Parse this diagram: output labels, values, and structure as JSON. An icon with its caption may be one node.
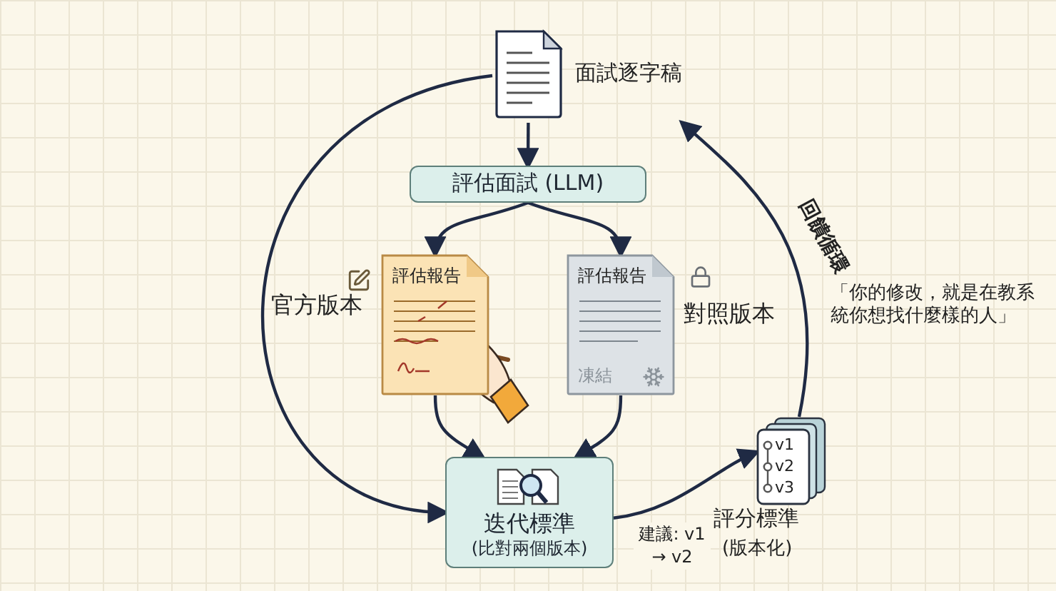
{
  "diagram": {
    "nodes": [
      {
        "text": [
          "面試逐字稿"
        ]
      },
      {
        "text": [
          "評估面試 (LLM)"
        ]
      },
      {
        "text": [
          "評估報告"
        ],
        "beside": [
          "官方版本"
        ]
      },
      {
        "text": [
          "評估報告",
          "凍結"
        ],
        "beside": [
          "對照版本"
        ]
      },
      {
        "text": [
          "迭代標準",
          "(比對兩個版本)"
        ]
      },
      {
        "text": [
          "v1",
          "v2",
          "v3"
        ],
        "beside": [
          "評分標準",
          "(版本化)"
        ]
      }
    ],
    "edges": [
      {
        "from": 0,
        "to": 1,
        "arrow": "to"
      },
      {
        "from": 1,
        "to": 2,
        "arrow": "to"
      },
      {
        "from": 1,
        "to": 3,
        "arrow": "to"
      },
      {
        "from": 2,
        "to": 4,
        "arrow": "to"
      },
      {
        "from": 3,
        "to": 4,
        "arrow": "to"
      },
      {
        "from": 0,
        "to": 4,
        "arrow": "to"
      },
      {
        "from": 4,
        "to": 5,
        "arrow": "to",
        "label": "建議: v1 → v2"
      },
      {
        "from": 5,
        "to": 0,
        "arrow": "to",
        "label": "回饋循環"
      }
    ],
    "labels": [
      "「你的修改，就是在教系統你想找什麼樣的人」"
    ]
  }
}
